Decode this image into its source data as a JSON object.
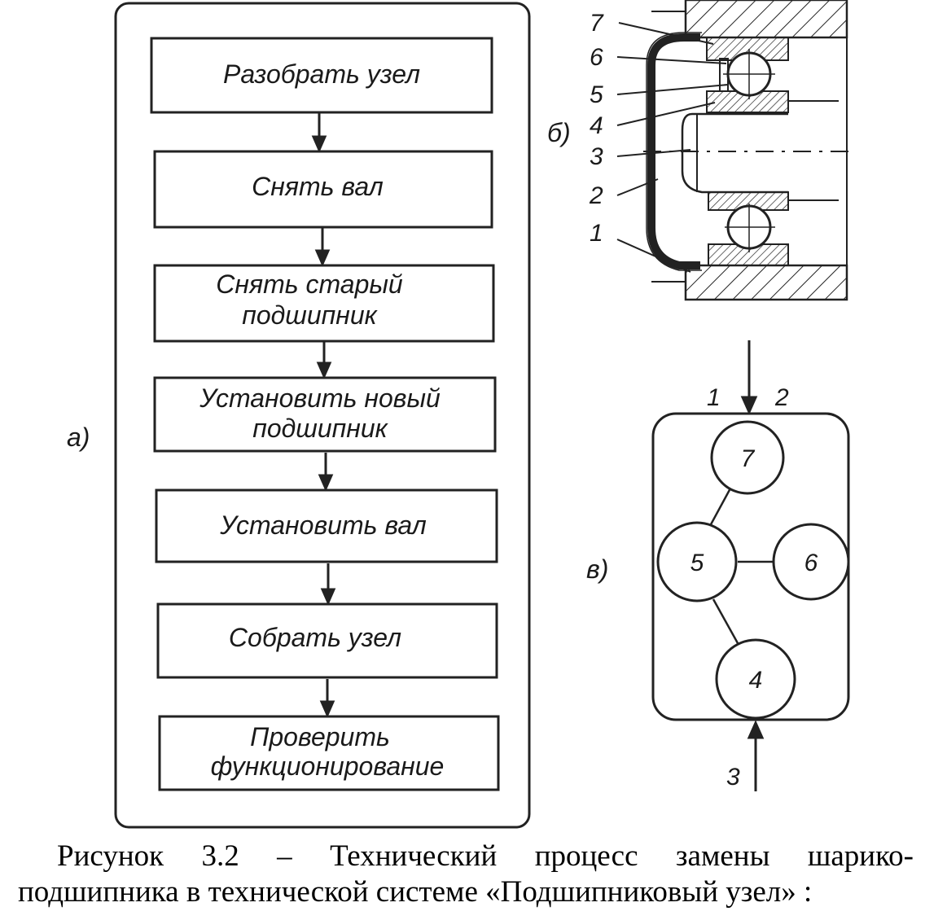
{
  "flowchart": {
    "panel_label": "а)",
    "steps": [
      {
        "lines": [
          "Разобрать узел"
        ]
      },
      {
        "lines": [
          "Снять вал"
        ]
      },
      {
        "lines": [
          "Снять старый",
          "подшипник"
        ]
      },
      {
        "lines": [
          "Установить новый",
          "подшипник"
        ]
      },
      {
        "lines": [
          "Установить вал"
        ]
      },
      {
        "lines": [
          "Собрать узел"
        ]
      },
      {
        "lines": [
          "Проверить",
          "функционирование"
        ]
      }
    ]
  },
  "drawing": {
    "panel_label": "б)",
    "callouts": [
      "7",
      "6",
      "5",
      "4",
      "3",
      "2",
      "1"
    ]
  },
  "graph": {
    "panel_label": "в)",
    "top_labels": [
      "1",
      "2"
    ],
    "bottom_label": "3",
    "nodes": [
      "7",
      "5",
      "6",
      "4"
    ]
  },
  "caption": {
    "line1": "Рисунок 3.2 – Технический процесс замены шарико-",
    "line2": "подшипника в технической системе «Подшипниковый узел» :"
  }
}
